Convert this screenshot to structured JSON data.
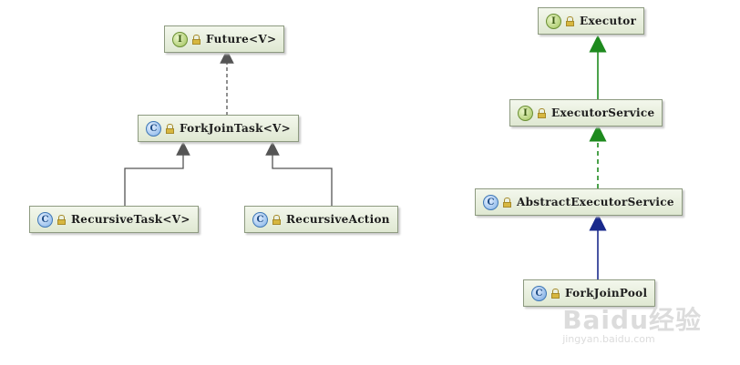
{
  "nodes": {
    "future": {
      "label": "Future<V>",
      "badge": "I"
    },
    "forkjointask": {
      "label": "ForkJoinTask<V>",
      "badge": "C"
    },
    "recursivetask": {
      "label": "RecursiveTask<V>",
      "badge": "C"
    },
    "recursiveaction": {
      "label": "RecursiveAction",
      "badge": "C"
    },
    "executor": {
      "label": "Executor",
      "badge": "I"
    },
    "executorservice": {
      "label": "ExecutorService",
      "badge": "I"
    },
    "abstractexecutorservice": {
      "label": "AbstractExecutorService",
      "badge": "C"
    },
    "forkjoinpool": {
      "label": "ForkJoinPool",
      "badge": "C"
    }
  },
  "colors": {
    "implements": "#555555",
    "extends": "#555555",
    "interface_extends": "#1e8a1e",
    "class_extends": "#1a2a8c"
  },
  "watermark": {
    "brand": "Baidu经验",
    "url": "jingyan.baidu.com"
  }
}
